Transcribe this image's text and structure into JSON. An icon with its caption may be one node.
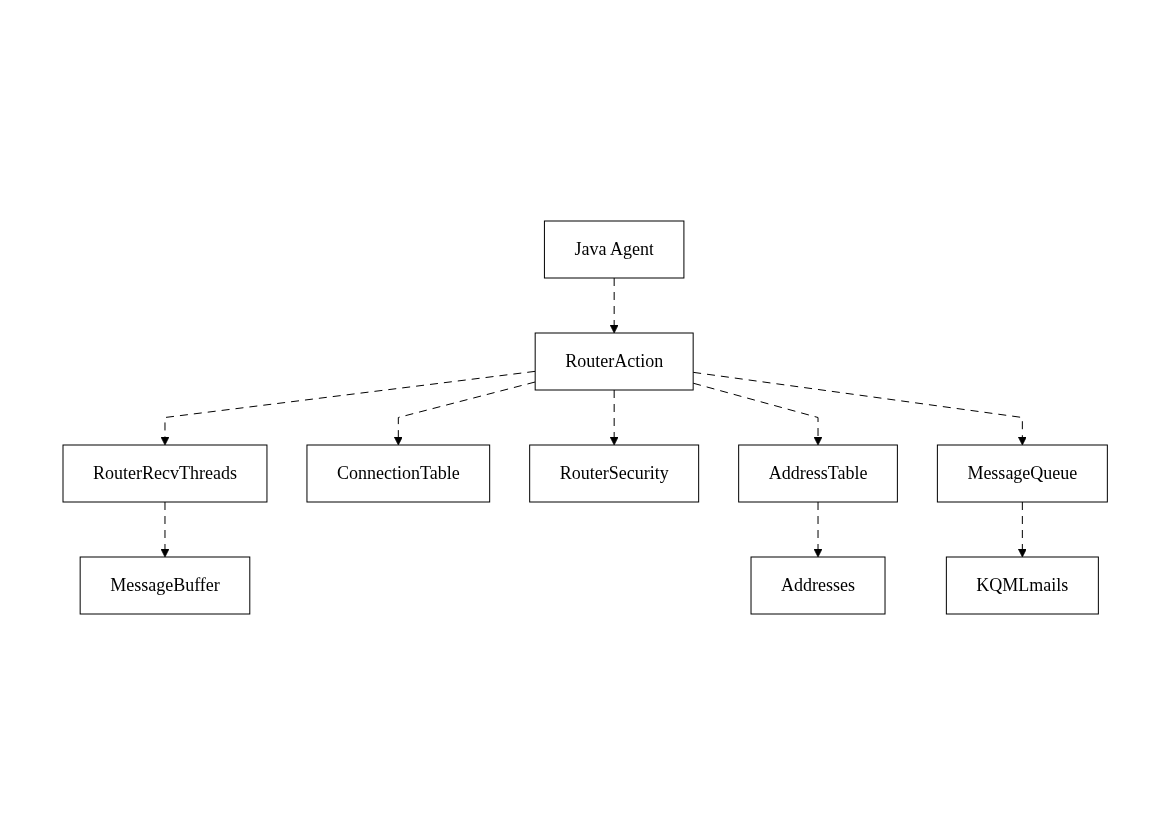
{
  "diagram": {
    "nodes": [
      {
        "text": [
          "Java Agent"
        ]
      },
      {
        "text": [
          "RouterAction"
        ]
      },
      {
        "text": [
          "RouterRecvThreads"
        ]
      },
      {
        "text": [
          "MessageBuffer"
        ]
      },
      {
        "text": [
          "ConnectionTable"
        ]
      },
      {
        "text": [
          "RouterSecurity"
        ]
      },
      {
        "text": [
          "AddressTable"
        ]
      },
      {
        "text": [
          "Addresses"
        ]
      },
      {
        "text": [
          "MessageQueue"
        ]
      },
      {
        "text": [
          "KQMLmails"
        ]
      }
    ],
    "edges": [
      {
        "from": 0,
        "to": 1,
        "arrow": "to",
        "style": "dashed"
      },
      {
        "from": 1,
        "to": 2,
        "arrow": "to",
        "style": "dashed"
      },
      {
        "from": 2,
        "to": 3,
        "arrow": "to",
        "style": "dashed"
      },
      {
        "from": 1,
        "to": 4,
        "arrow": "to",
        "style": "dashed"
      },
      {
        "from": 1,
        "to": 5,
        "arrow": "to",
        "style": "dashed"
      },
      {
        "from": 1,
        "to": 6,
        "arrow": "to",
        "style": "dashed"
      },
      {
        "from": 6,
        "to": 7,
        "arrow": "to",
        "style": "dashed"
      },
      {
        "from": 1,
        "to": 8,
        "arrow": "to",
        "style": "dashed"
      },
      {
        "from": 8,
        "to": 9,
        "arrow": "to",
        "style": "dashed"
      }
    ]
  }
}
